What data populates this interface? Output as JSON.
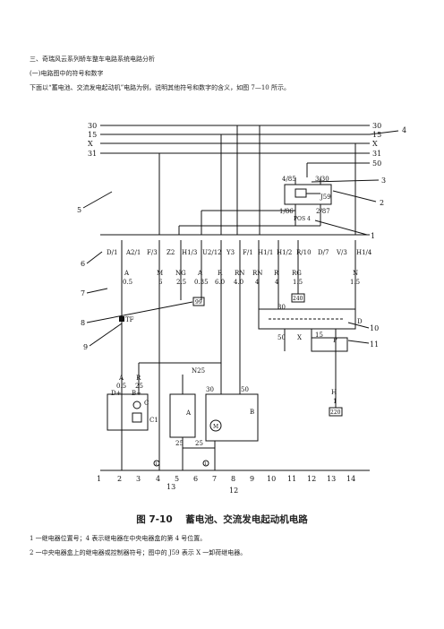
{
  "header": {
    "line1": "三、奇瑞风云系列轿车整车电路系统电路分析",
    "line2": "(一)电路图中的符号和数字",
    "line3": "下面以“蓄电池、交流发电起动机”电路为例，说明其他符号和数字的含义，如图 7—10 所示。"
  },
  "diagram": {
    "buses": [
      "30",
      "15",
      "X",
      "31"
    ],
    "bus_50": "50",
    "callouts": [
      "1",
      "2",
      "3",
      "4",
      "5",
      "6",
      "7",
      "8",
      "9",
      "10",
      "11",
      "12",
      "13"
    ],
    "relay": {
      "pin1": "4/85",
      "pin2": "3/30",
      "pin3": "1/86",
      "pin4": "2/87",
      "code": "J59",
      "pos": "POS 4"
    },
    "terminals": [
      "D/1",
      "A2/1",
      "F/3",
      "Z2",
      "H1/3",
      "U2/12",
      "Y3",
      "F/1",
      "H1/1",
      "H1/2",
      "R/10",
      "D/7",
      "V/3",
      "H1/4"
    ],
    "wires": [
      {
        "color": "A",
        "size": "0.5"
      },
      {
        "color": "M",
        "size": "6"
      },
      {
        "color": "NG",
        "size": "2.5"
      },
      {
        "color": "A",
        "size": "0.35"
      },
      {
        "color": "R",
        "size": "6.0"
      },
      {
        "color": "RN",
        "size": "4.0"
      },
      {
        "color": "RN",
        "size": "4"
      },
      {
        "color": "R",
        "size": "4"
      },
      {
        "color": "RG",
        "size": "1.5"
      },
      {
        "color": "N",
        "size": "1.5"
      }
    ],
    "box_99": "99",
    "box_240": "240",
    "box_220": "220",
    "tp": "TF",
    "fuse": {
      "num": "30",
      "out1": "50",
      "out2": "X",
      "out3": "15",
      "out4": "P",
      "d": "D"
    },
    "alt": {
      "w1": "A",
      "w1s": "0.5",
      "w2": "R",
      "w2s": "25",
      "d": "D+",
      "b": "B+",
      "c": "C",
      "c1": "C1"
    },
    "n25": "N25",
    "starter": {
      "t30": "30",
      "t50": "50",
      "label": "B",
      "m": "M"
    },
    "battery": "A",
    "gnd_wire": "25",
    "h_label": "H",
    "h_size": "1",
    "ground_num": "1",
    "bottom_numbers": [
      "1",
      "2",
      "3",
      "4",
      "5",
      "6",
      "7",
      "8",
      "9",
      "10",
      "11",
      "12",
      "13",
      "14"
    ]
  },
  "caption": {
    "figure": "图 7-10",
    "title": "蓄电池、交流发电起动机电路"
  },
  "notes": {
    "note1": "1 一继电器位置号；4 表示继电器在中央电器盒的第 4 号位置。",
    "note2": "2 一中央电器盒上的继电器或控制器符号；图中的 J59 表示 X 一卸荷继电器。"
  }
}
